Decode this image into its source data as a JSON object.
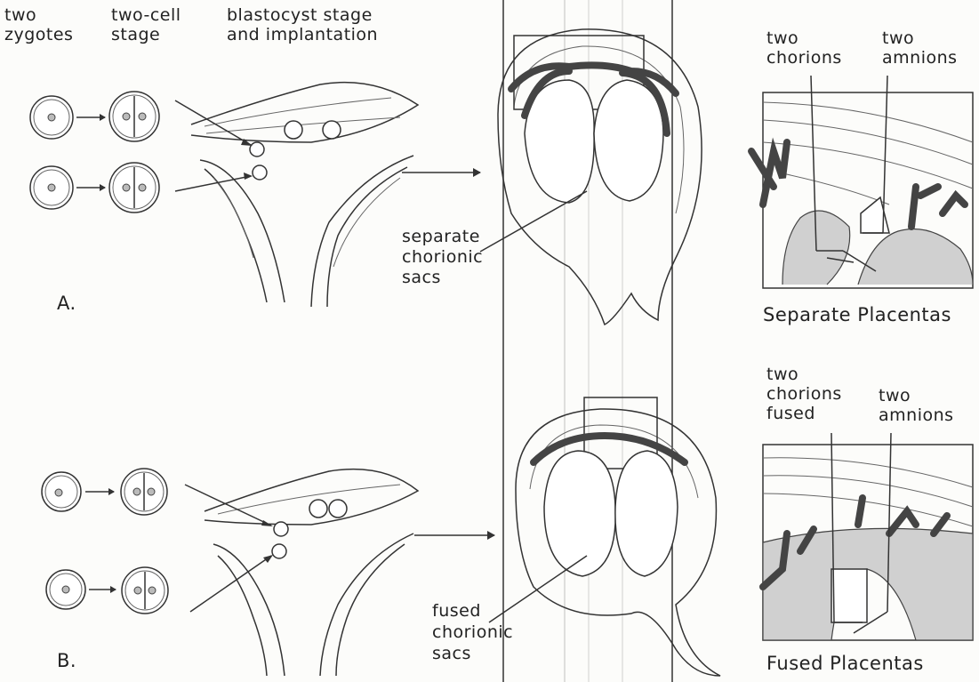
{
  "labels": {
    "two_zygotes": "two\nzygotes",
    "two_cell_stage": "two-cell\nstage",
    "blastocyst": "blastocyst stage\nand implantation",
    "panel_a": "A.",
    "panel_b": "B.",
    "separate_sacs": "separate\nchorionic\nsacs",
    "fused_sacs": "fused\nchorionic\nsacs",
    "two_chorions_a": "two\nchorions",
    "two_amnions_a": "two\namnions",
    "separate_placentas": "Separate Placentas",
    "two_chorions_fused": "two\nchorions\nfused",
    "two_amnions_b": "two\namnions",
    "fused_placentas": "Fused Placentas"
  }
}
